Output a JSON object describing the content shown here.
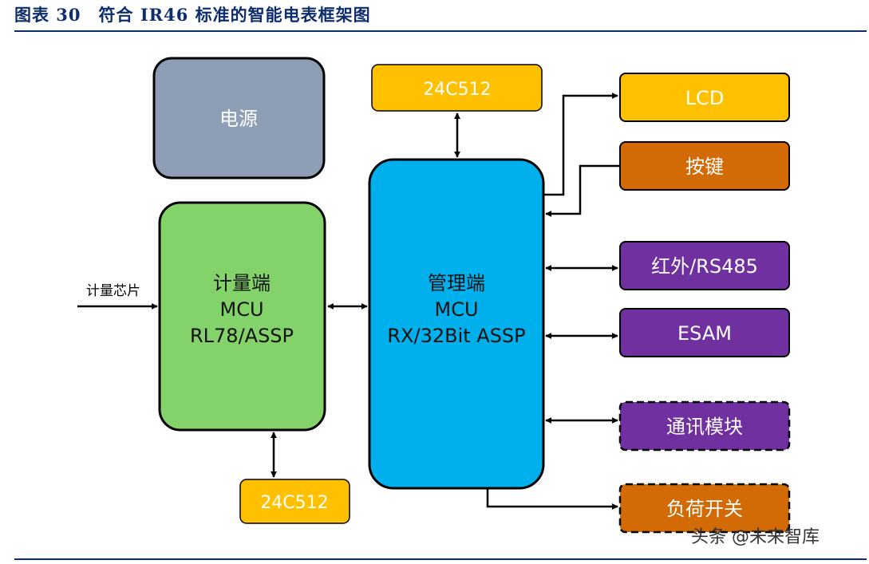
{
  "header": {
    "title": "图表 30　符合 IR46 标准的智能电表框架图"
  },
  "colors": {
    "navy": "#0d2d6c",
    "yellow": "#ffc000",
    "orange": "#d26a05",
    "purple": "#7030a0",
    "slate": "#8e9eb5",
    "green": "#84d36a",
    "cyan": "#00b0ed"
  },
  "nodes": {
    "power": {
      "label": "电源"
    },
    "eeprom_top": {
      "label": "24C512"
    },
    "eeprom_bottom": {
      "label": "24C512"
    },
    "metering_mcu": {
      "line1": "计量端",
      "line2": "MCU",
      "line3": "RL78/ASSP"
    },
    "management_mcu": {
      "line1": "管理端",
      "line2": "MCU",
      "line3": "RX/32Bit ASSP"
    },
    "lcd": {
      "label": "LCD"
    },
    "keys": {
      "label": "按键"
    },
    "infrared": {
      "label": "红外/RS485"
    },
    "esam": {
      "label": "ESAM"
    },
    "comm_module": {
      "label": "通讯模块"
    },
    "load_switch": {
      "label": "负荷开关"
    }
  },
  "labels": {
    "metering_chip": "计量芯片"
  },
  "watermark": {
    "text": "头条 @未来智库"
  }
}
